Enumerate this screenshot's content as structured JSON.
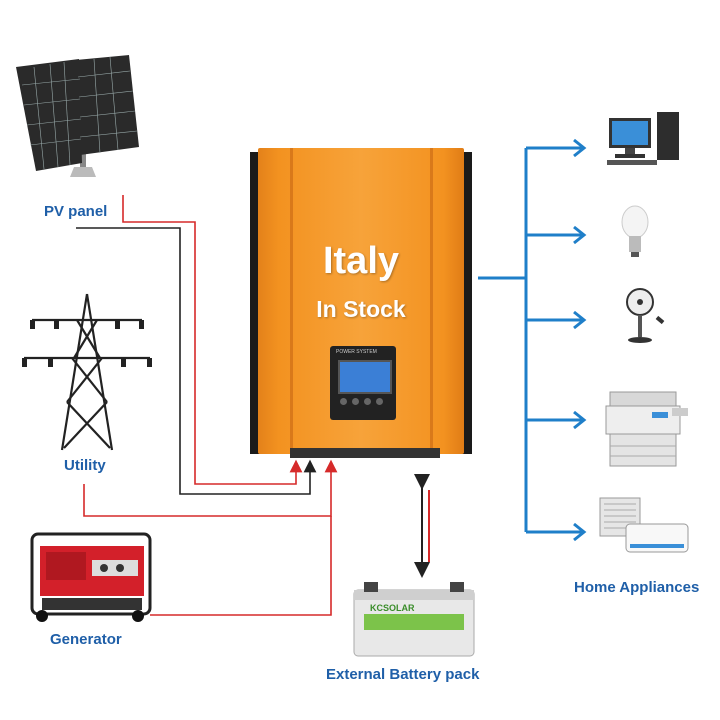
{
  "inverter": {
    "title": "Italy",
    "subtitle": "In Stock",
    "panel_brand": "POWER SYSTEM"
  },
  "sources": [
    {
      "label": "PV panel",
      "icon": "solar-panel-icon"
    },
    {
      "label": "Utility",
      "icon": "power-tower-icon"
    },
    {
      "label": "Generator",
      "icon": "generator-icon"
    }
  ],
  "battery": {
    "label": "External Battery pack",
    "brand": "KCSOLAR",
    "icon": "battery-icon"
  },
  "appliances": {
    "label": "Home Appliances",
    "items": [
      {
        "icon": "computer-icon"
      },
      {
        "icon": "light-bulb-icon"
      },
      {
        "icon": "fan-icon"
      },
      {
        "icon": "printer-icon"
      },
      {
        "icon": "air-conditioner-icon"
      }
    ]
  },
  "colors": {
    "inverter_orange": "#f39220",
    "ac_line": "#d62a2a",
    "dc_line": "#222222",
    "output_line": "#1f7fc9",
    "label_blue": "#1f5fa8"
  }
}
